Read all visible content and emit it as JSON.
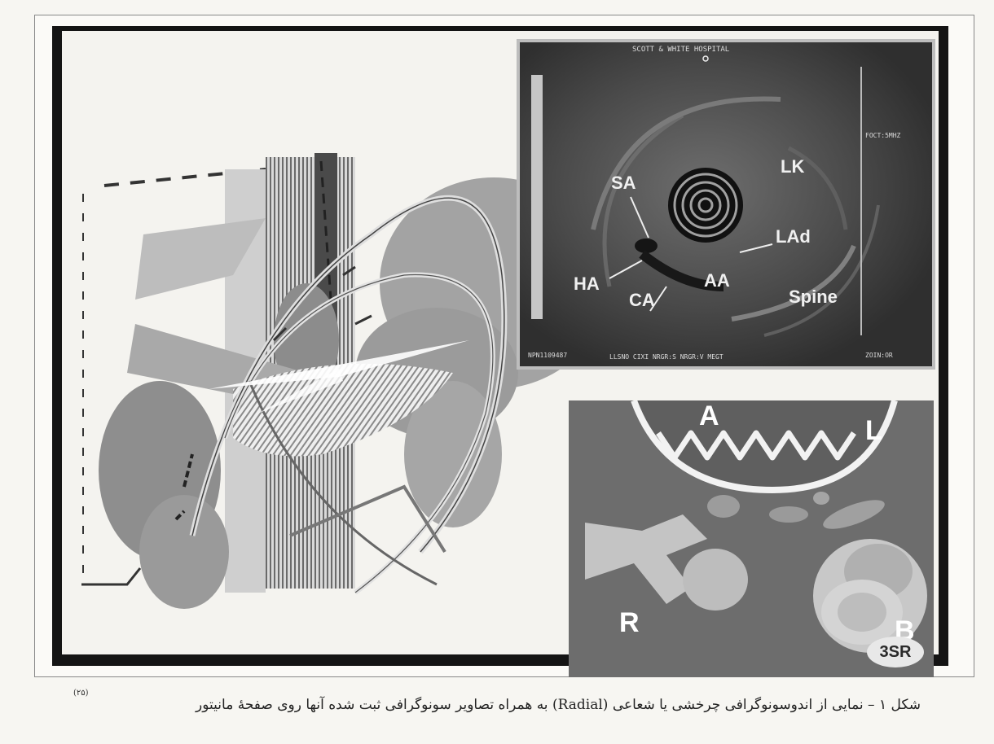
{
  "figure": {
    "caption": "شکل ۱ – نمایی از اندوسونوگرافی چرخشی یا شعاعی (Radial) به همراه تصاویر سونوگرافی ثبت شده آنها روی صفحهٔ مانیتور",
    "reference": "(۲۵)"
  },
  "ultrasound": {
    "header": "SCOTT & WHITE HOSPITAL",
    "footer_left": "NPN1109487",
    "footer_mid": "LLSNO  CIXI  NRGR:S  NRGR:V  MEGT",
    "footer_right": "ZOIN:OR",
    "side_info": "FOCT:5MHZ",
    "labels": {
      "lk": "LK",
      "sa": "SA",
      "lad": "LAd",
      "ha": "HA",
      "ca": "CA",
      "aa": "AA",
      "spine": "Spine"
    }
  },
  "sketch": {
    "labels": {
      "a": "A",
      "l": "L",
      "r": "R",
      "b": "B"
    },
    "badge": "3SR"
  }
}
